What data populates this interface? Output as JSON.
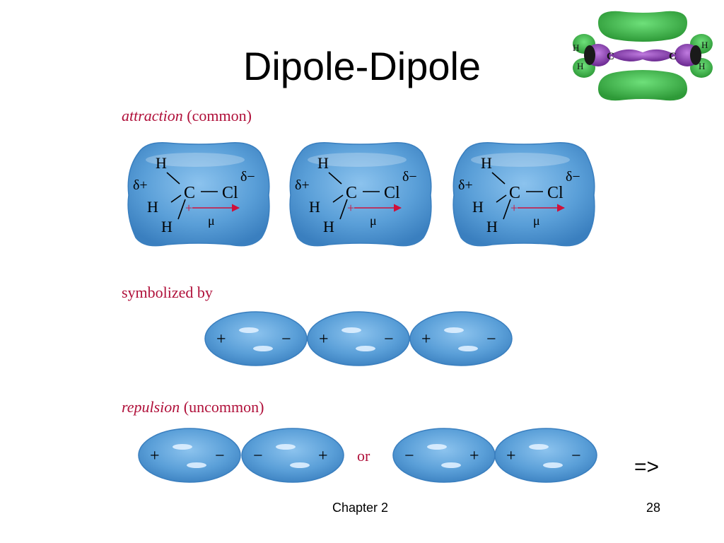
{
  "slide": {
    "title": "Dipole-Dipole",
    "footer_center": "Chapter 2",
    "page_number": "28",
    "next_arrow": "=>"
  },
  "ethylene_model": {
    "atom_c": "C",
    "atom_h": "H"
  },
  "attraction": {
    "label_italic": "attraction",
    "label_rest": " (common)",
    "molecule": {
      "h": "H",
      "c": "C",
      "cl": "Cl",
      "delta_plus": "δ+",
      "delta_minus": "δ−",
      "cross": "+",
      "mu": "μ"
    }
  },
  "symbolized": {
    "label": "symbolized by",
    "dipoles": [
      {
        "left": "+",
        "right": "−"
      },
      {
        "left": "+",
        "right": "−"
      },
      {
        "left": "+",
        "right": "−"
      }
    ]
  },
  "repulsion": {
    "label_italic": "repulsion",
    "label_rest": " (uncommon)",
    "or_text": "or",
    "left_pair": [
      {
        "left": "+",
        "right": "−"
      },
      {
        "left": "−",
        "right": "+"
      }
    ],
    "right_pair": [
      {
        "left": "−",
        "right": "+"
      },
      {
        "left": "+",
        "right": "−"
      }
    ]
  },
  "colors": {
    "blob_blue": "#5a9fd8",
    "label_red": "#b0103a",
    "arrow_red": "#d0103a",
    "lobe_green": "#3fb84a",
    "lobe_purple": "#8a3fae"
  }
}
